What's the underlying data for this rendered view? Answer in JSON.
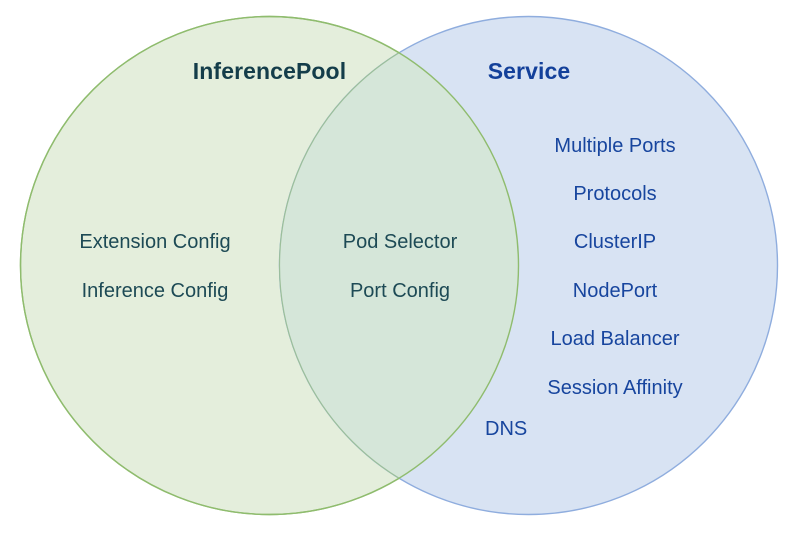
{
  "diagram": {
    "type": "venn-2-set",
    "background_color": "#ffffff",
    "left_set": {
      "title": "InferencePool",
      "title_color": "#143d4a",
      "fill_color": "#e4eedc",
      "stroke_color": "#8fbc6e",
      "text_color": "#1d4a55",
      "items": [
        "Extension Config",
        "Inference Config"
      ]
    },
    "right_set": {
      "title": "Service",
      "title_color": "#13409a",
      "fill_color": "#d8e3f3",
      "stroke_color": "#8fadde",
      "text_color": "#17459e",
      "items": [
        "Multiple Ports",
        "Protocols",
        "ClusterIP",
        "NodePort",
        "Load Balancer",
        "Session Affinity",
        "DNS"
      ]
    },
    "intersection": {
      "fill_color": "#d5e6d9",
      "text_color": "#1d4a55",
      "items": [
        "Pod Selector",
        "Port Config"
      ]
    }
  }
}
